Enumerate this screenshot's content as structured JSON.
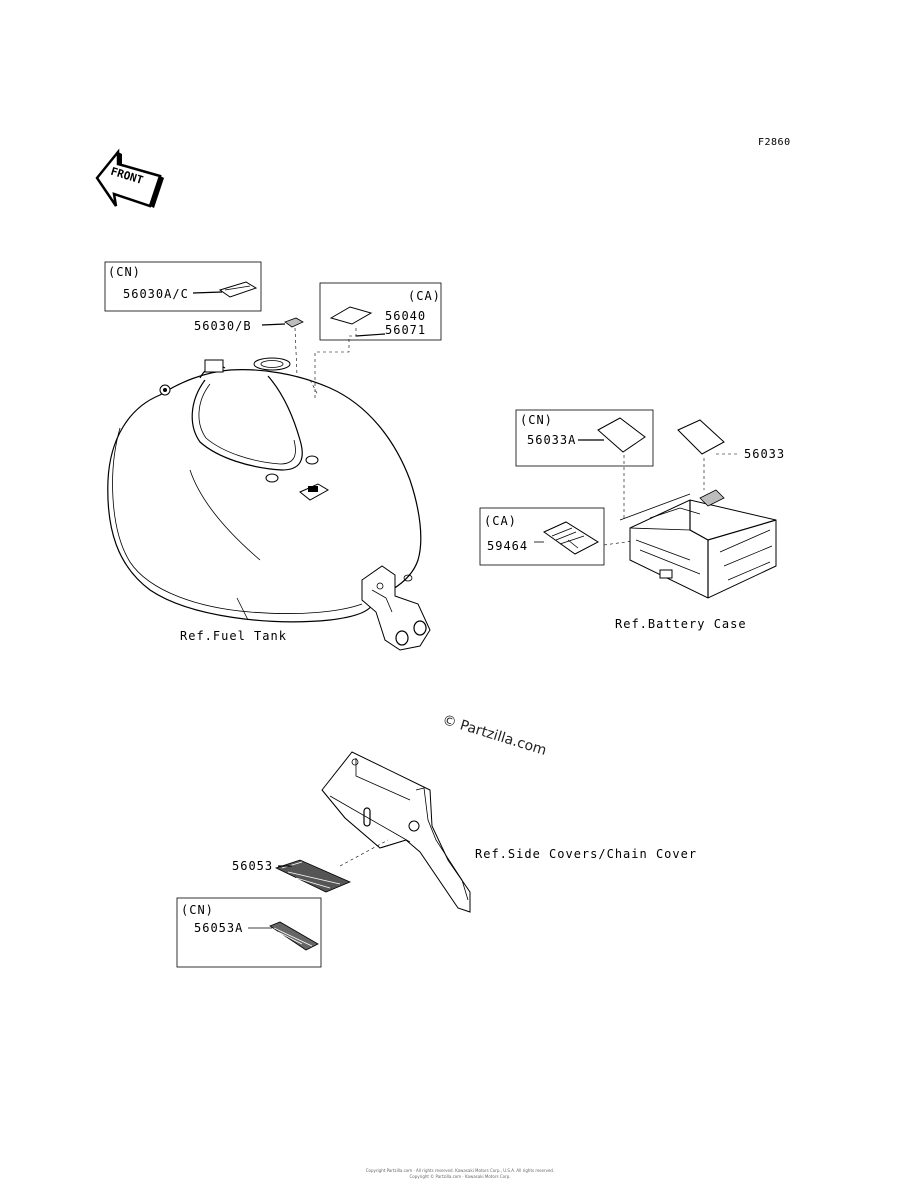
{
  "figure_code": "F2860",
  "front_label": "FRONT",
  "watermark": "© Partzilla.com",
  "fuel_tank": {
    "box_cn": {
      "region": "(CN)",
      "part": "56030A/C"
    },
    "part_b": "56030/B",
    "box_ca": {
      "region": "(CA)",
      "parts": [
        "56040",
        "56071"
      ]
    },
    "ref": "Ref.Fuel Tank"
  },
  "battery_case": {
    "box_cn": {
      "region": "(CN)",
      "part": "56033A"
    },
    "part": "56033",
    "box_ca": {
      "region": "(CA)",
      "part": "59464"
    },
    "ref": "Ref.Battery Case"
  },
  "side_covers": {
    "part": "56053",
    "box_cn": {
      "region": "(CN)",
      "part": "56053A"
    },
    "ref": "Ref.Side Covers/Chain Cover"
  },
  "copyright": [
    "Copyright Partzilla.com · All rights reserved. Kawasaki Motors Corp., U.S.A. All rights reserved.",
    "Copyright © Partzilla.com · Kawasaki Motors Corp."
  ]
}
